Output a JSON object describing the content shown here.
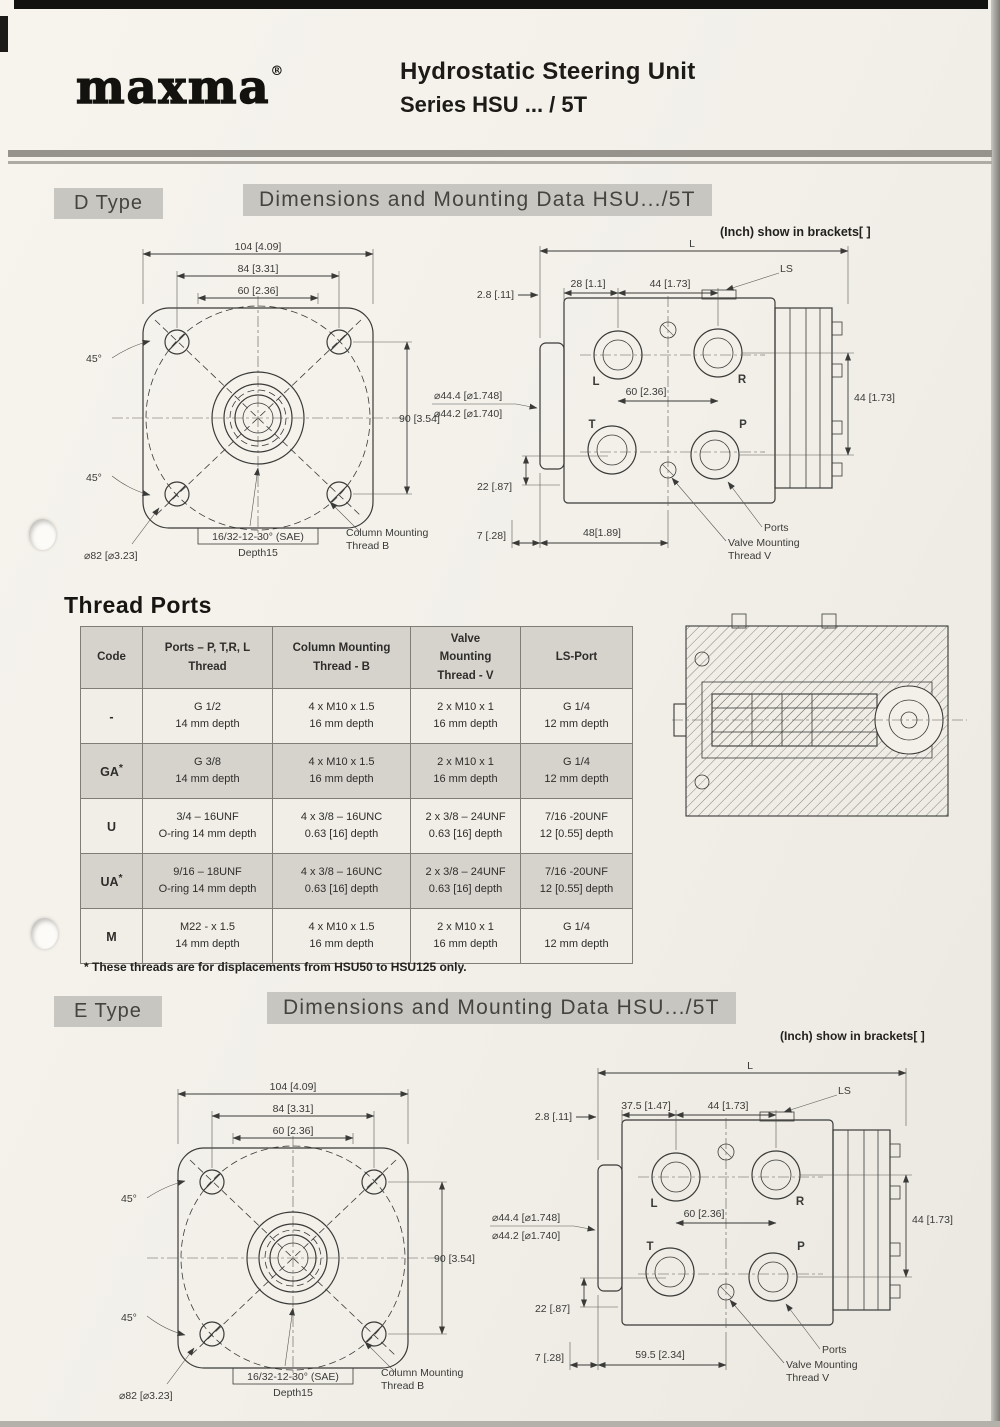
{
  "header": {
    "logo": "maxma",
    "trademark": "®",
    "title_line1": "Hydrostatic Steering Unit",
    "title_line2": "Series HSU ... / 5T"
  },
  "d_type": {
    "section_label": "D Type",
    "section_title": "Dimensions and Mounting Data HSU.../5T",
    "inch_note": "(Inch) show in brackets[ ]",
    "front": {
      "w104": "104 [4.09]",
      "w84": "84 [3.31]",
      "w60": "60 [2.36]",
      "h90": "90 [3.54]",
      "angle_top": "45°",
      "angle_bottom": "45°",
      "dia82": "⌀82 [⌀3.23]",
      "spline": "16/32-12-30° (SAE)",
      "spline_depth": "Depth15",
      "column_mounting_1": "Column Mounting",
      "column_mounting_2": "Thread B"
    },
    "side": {
      "len_l": "L",
      "ls": "LS",
      "d2_8": "2.8 [.11]",
      "d28": "28 [1.1]",
      "d44_top": "44 [1.73]",
      "d60": "60 [2.36]",
      "d44_right": "44 [1.73]",
      "dia44_4": "⌀44.4 [⌀1.748]",
      "dia44_2": "⌀44.2 [⌀1.740]",
      "d22": "22 [.87]",
      "d7": "7 [.28]",
      "d48": "48[1.89]",
      "port_l": "L",
      "port_r": "R",
      "port_t": "T",
      "port_p": "P",
      "ports_label": "Ports",
      "valve_mounting_1": "Valve Mounting",
      "valve_mounting_2": "Thread V"
    }
  },
  "thread_ports": {
    "heading": "Thread Ports",
    "columns": {
      "code": "Code",
      "ports_1": "Ports – P, T,R, L",
      "ports_2": "Thread",
      "column_1": "Column Mounting",
      "column_2": "Thread - B",
      "valve_1": "Valve",
      "valve_2": "Mounting",
      "valve_3": "Thread - V",
      "ls": "LS-Port"
    },
    "rows": [
      {
        "code": "-",
        "star": "",
        "ports_1": "G 1/2",
        "ports_2": "14 mm depth",
        "column_1": "4 x M10 x 1.5",
        "column_2": "16 mm depth",
        "valve_1": "2 x M10 x 1",
        "valve_2": "16 mm depth",
        "ls_1": "G 1/4",
        "ls_2": "12 mm depth"
      },
      {
        "code": "GA",
        "star": "*",
        "ports_1": "G 3/8",
        "ports_2": "14 mm depth",
        "column_1": "4 x M10 x 1.5",
        "column_2": "16 mm depth",
        "valve_1": "2 x M10 x 1",
        "valve_2": "16 mm depth",
        "ls_1": "G 1/4",
        "ls_2": "12 mm depth"
      },
      {
        "code": "U",
        "star": "",
        "ports_1": "3/4 – 16UNF",
        "ports_2": "O-ring 14 mm depth",
        "column_1": "4 x 3/8 – 16UNC",
        "column_2": "0.63 [16] depth",
        "valve_1": "2 x 3/8 – 24UNF",
        "valve_2": "0.63 [16] depth",
        "ls_1": "7/16 -20UNF",
        "ls_2": "12 [0.55] depth"
      },
      {
        "code": "UA",
        "star": "*",
        "ports_1": "9/16 – 18UNF",
        "ports_2": "O-ring 14 mm depth",
        "column_1": "4 x 3/8 – 16UNC",
        "column_2": "0.63 [16] depth",
        "valve_1": "2 x 3/8 – 24UNF",
        "valve_2": "0.63 [16] depth",
        "ls_1": "7/16 -20UNF",
        "ls_2": "12 [0.55] depth"
      },
      {
        "code": "M",
        "star": "",
        "ports_1": "M22 - x 1.5",
        "ports_2": "14 mm depth",
        "column_1": "4 x M10 x 1.5",
        "column_2": "16 mm depth",
        "valve_1": "2 x M10 x 1",
        "valve_2": "16 mm depth",
        "ls_1": "G 1/4",
        "ls_2": "12 mm depth"
      }
    ],
    "footnote": "* These threads are for displacements from HSU50 to HSU125 only."
  },
  "e_type": {
    "section_label": "E Type",
    "section_title": "Dimensions and Mounting Data HSU.../5T",
    "inch_note": "(Inch) show in brackets[ ]",
    "front": {
      "w104": "104 [4.09]",
      "w84": "84 [3.31]",
      "w60": "60 [2.36]",
      "h90": "90 [3.54]",
      "angle_top": "45°",
      "angle_bottom": "45°",
      "dia82": "⌀82 [⌀3.23]",
      "spline": "16/32-12-30° (SAE)",
      "spline_depth": "Depth15",
      "column_mounting_1": "Column Mounting",
      "column_mounting_2": "Thread B"
    },
    "side": {
      "len_l": "L",
      "ls": "LS",
      "d2_8": "2.8 [.11]",
      "d28": "37.5 [1.47]",
      "d44_top": "44 [1.73]",
      "d60": "60 [2.36]",
      "d44_right": "44 [1.73]",
      "dia44_4": "⌀44.4 [⌀1.748]",
      "dia44_2": "⌀44.2 [⌀1.740]",
      "d22": "22 [.87]",
      "d7": "7 [.28]",
      "d48": "59.5 [2.34]",
      "port_l": "L",
      "port_r": "R",
      "port_t": "T",
      "port_p": "P",
      "ports_label": "Ports",
      "valve_mounting_1": "Valve Mounting",
      "valve_mounting_2": "Thread V"
    }
  }
}
